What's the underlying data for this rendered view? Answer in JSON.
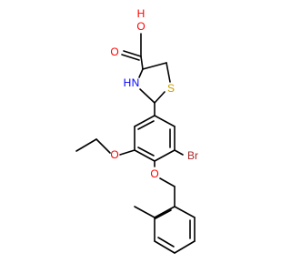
{
  "molecule": {
    "atoms": {
      "acid_h": "H",
      "acid_o_hydroxyl": "O",
      "acid_o_carbonyl": "O",
      "ring_n": "N",
      "ring_n_h": "H",
      "ring_s": "S",
      "bromine": "Br",
      "ether_o_ethoxy": "O",
      "ether_o_benzyl": "O"
    },
    "colors": {
      "oxygen": "#ff0000",
      "nitrogen": "#0000ff",
      "sulfur": "#c8a000",
      "bromine": "#a52a2a",
      "bond": "#000000"
    }
  }
}
